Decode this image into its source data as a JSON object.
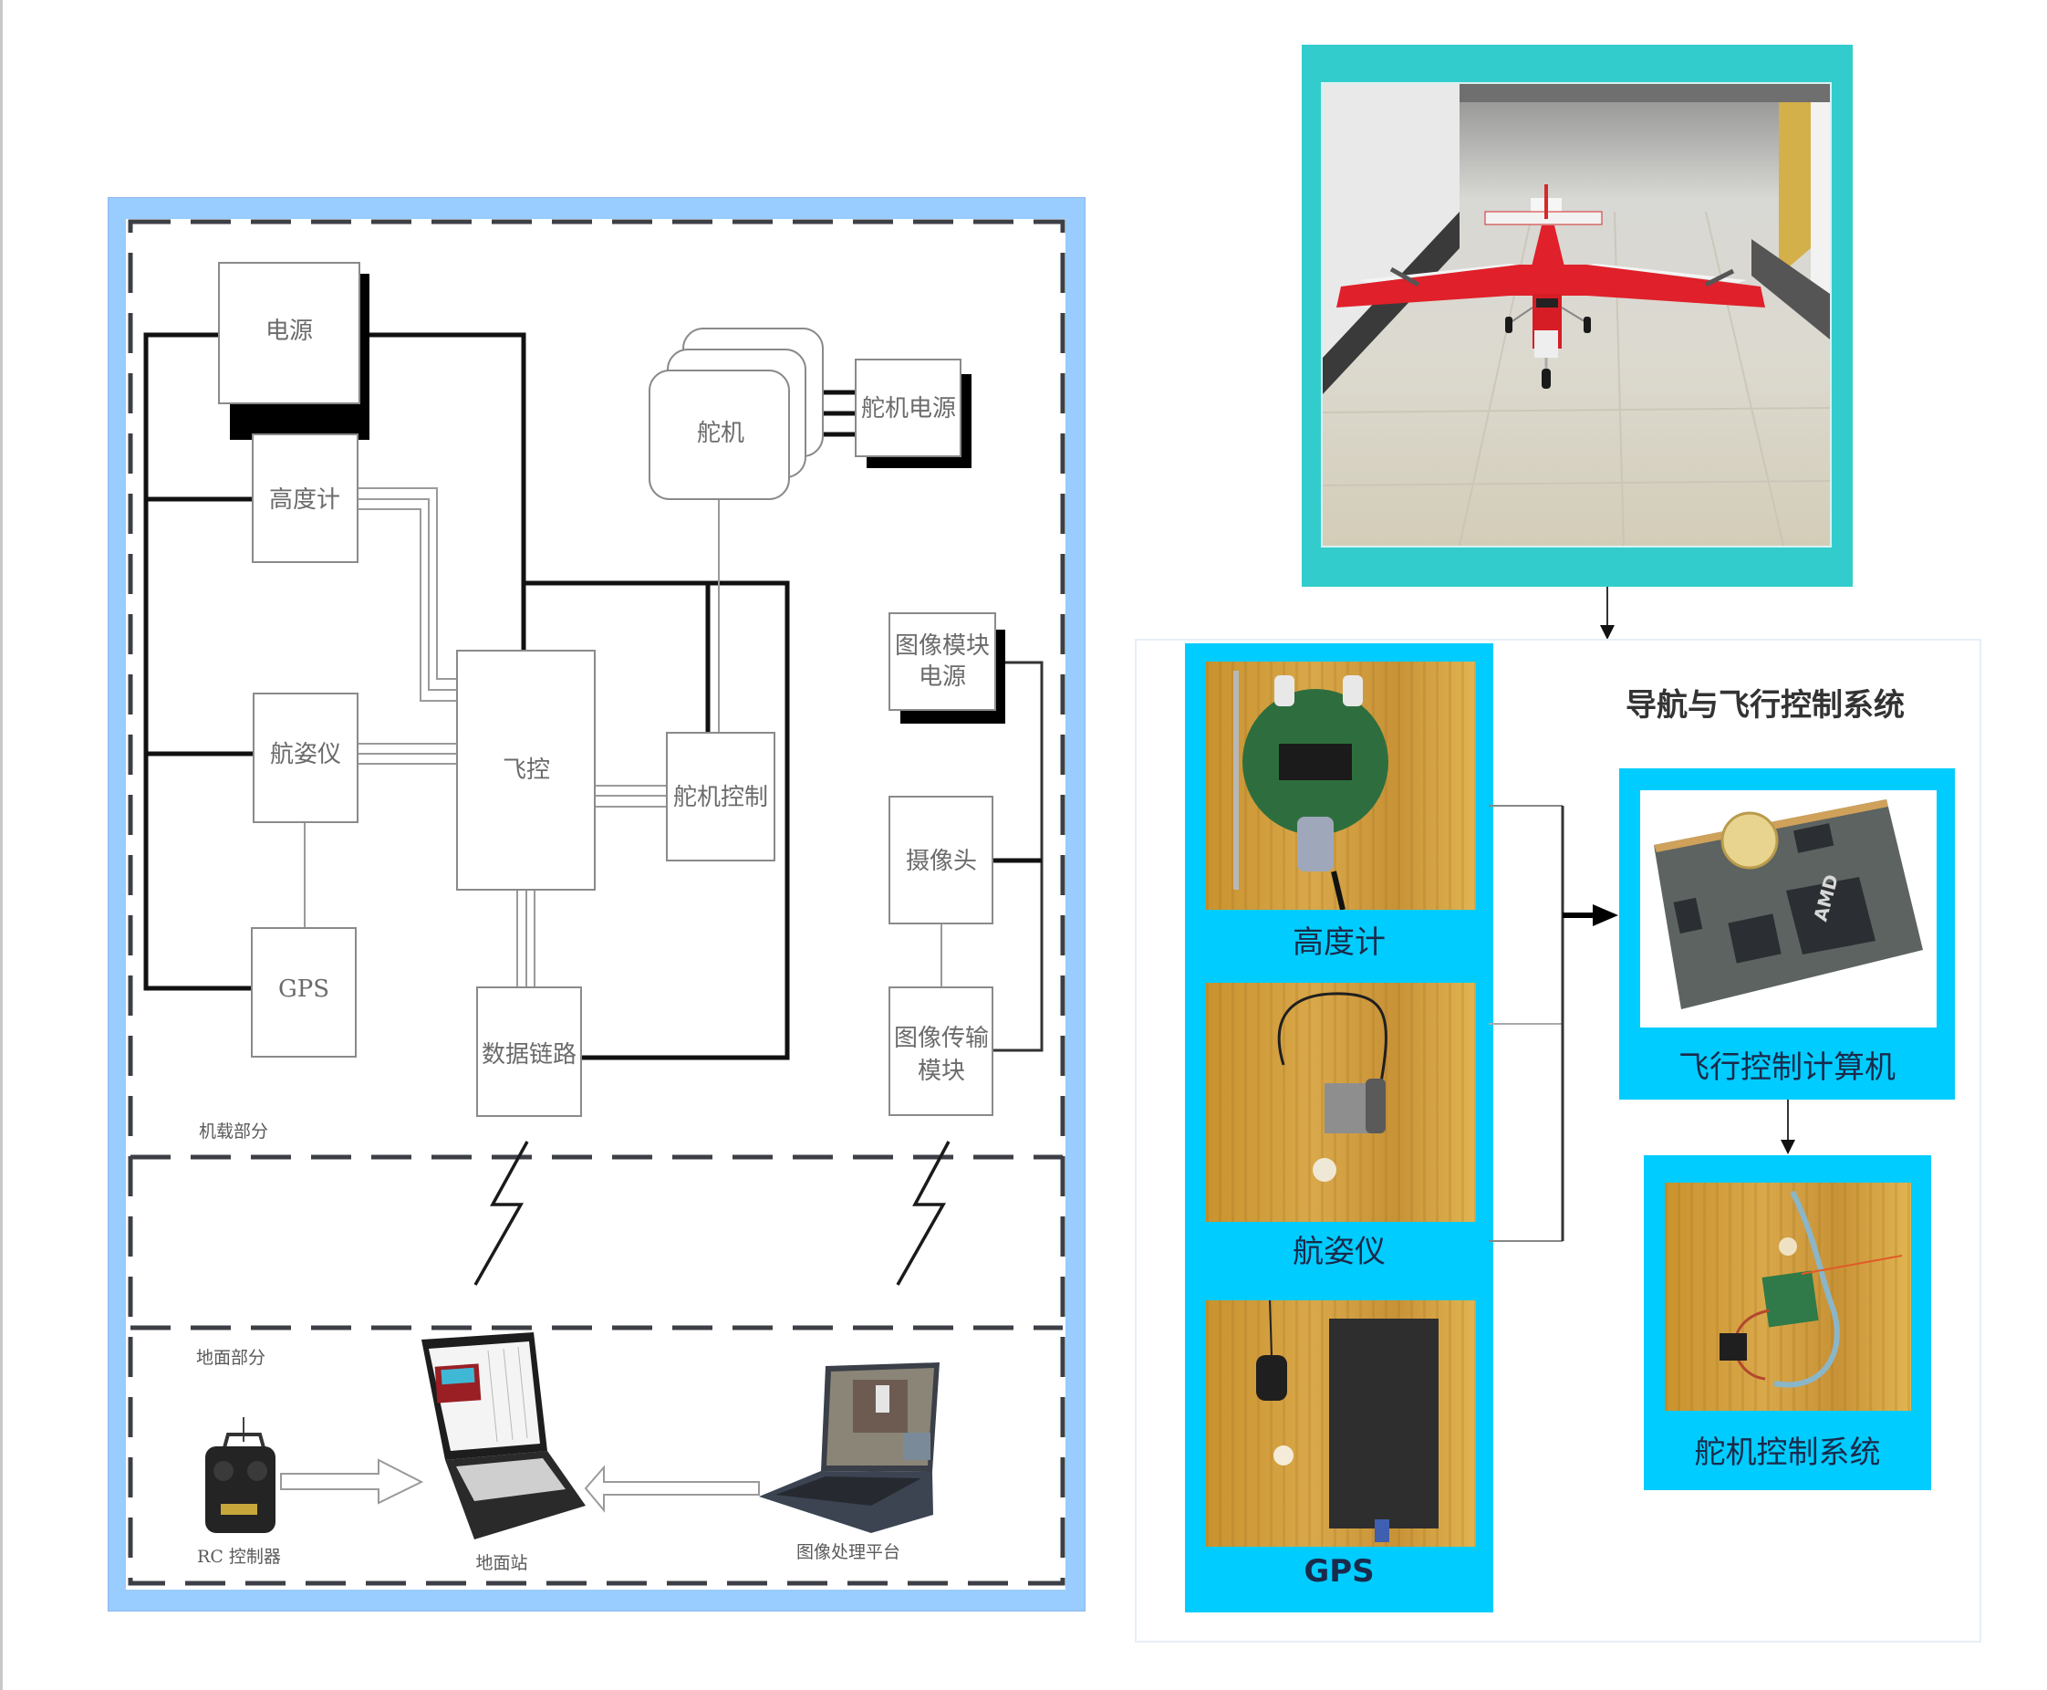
{
  "diagram": {
    "airborne_section_label": "机载部分",
    "ground_section_label": "地面部分",
    "blocks": {
      "power": "电源",
      "altimeter": "高度计",
      "ahrs": "航姿仪",
      "gps": "GPS",
      "flight_control": "飞控",
      "servo": "舵机",
      "servo_power": "舵机电源",
      "servo_control": "舵机控制",
      "data_link": "数据链路",
      "image_power_line1": "图像模块",
      "image_power_line2": "电源",
      "camera": "摄像头",
      "image_tx_line1": "图像传输",
      "image_tx_line2": "模块"
    },
    "ground": {
      "rc_controller": "RC 控制器",
      "ground_station": "地面站",
      "image_platform": "图像处理平台"
    }
  },
  "photo_panel": {
    "title": "导航与飞行控制系统",
    "sensors": [
      {
        "label": "高度计"
      },
      {
        "label": "航姿仪"
      },
      {
        "label": "GPS"
      }
    ],
    "flight_computer": "飞行控制计算机",
    "servo_system": "舵机控制系统",
    "chip_brand": "AMD"
  },
  "colors": {
    "left_frame": "#99ccff",
    "plane_frame": "#33cccc",
    "card": "#00ccff",
    "plane_red": "#e0202a"
  }
}
